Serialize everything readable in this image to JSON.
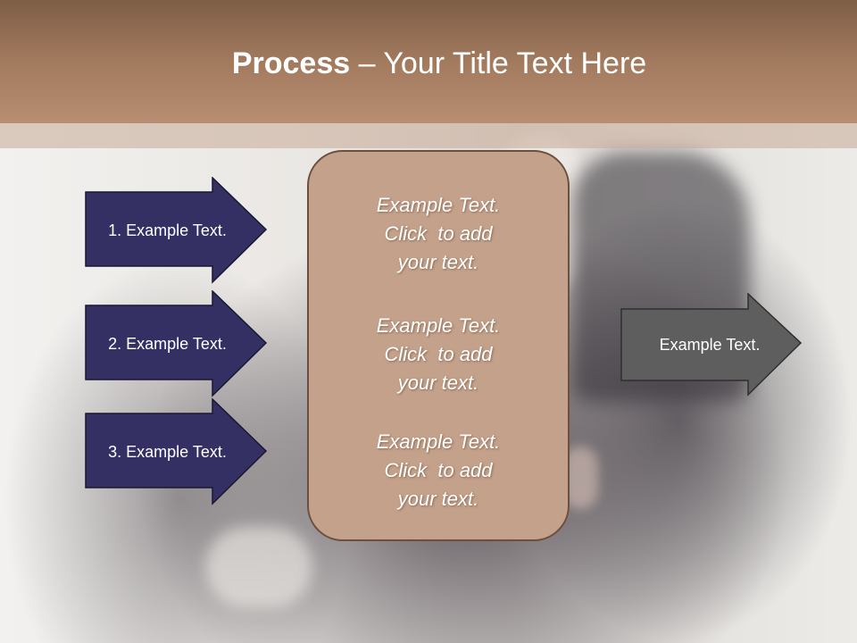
{
  "title": {
    "bold": "Process",
    "rest": " – Your Title Text Here"
  },
  "left_steps": [
    {
      "label": "1. Example Text."
    },
    {
      "label": "2. Example Text."
    },
    {
      "label": "3. Example Text."
    }
  ],
  "center_items": [
    {
      "line1": "Example Text.",
      "line2": "Click  to add",
      "line3": "your text."
    },
    {
      "line1": "Example Text.",
      "line2": "Click  to add",
      "line3": "your text."
    },
    {
      "line1": "Example Text.",
      "line2": "Click  to add",
      "line3": "your text."
    }
  ],
  "result": {
    "label": "Example Text."
  },
  "colors": {
    "header": "#a27a5e",
    "step_arrow": "#353063",
    "center_box": "#c4a18a",
    "result_arrow": "#5e5e5e"
  }
}
